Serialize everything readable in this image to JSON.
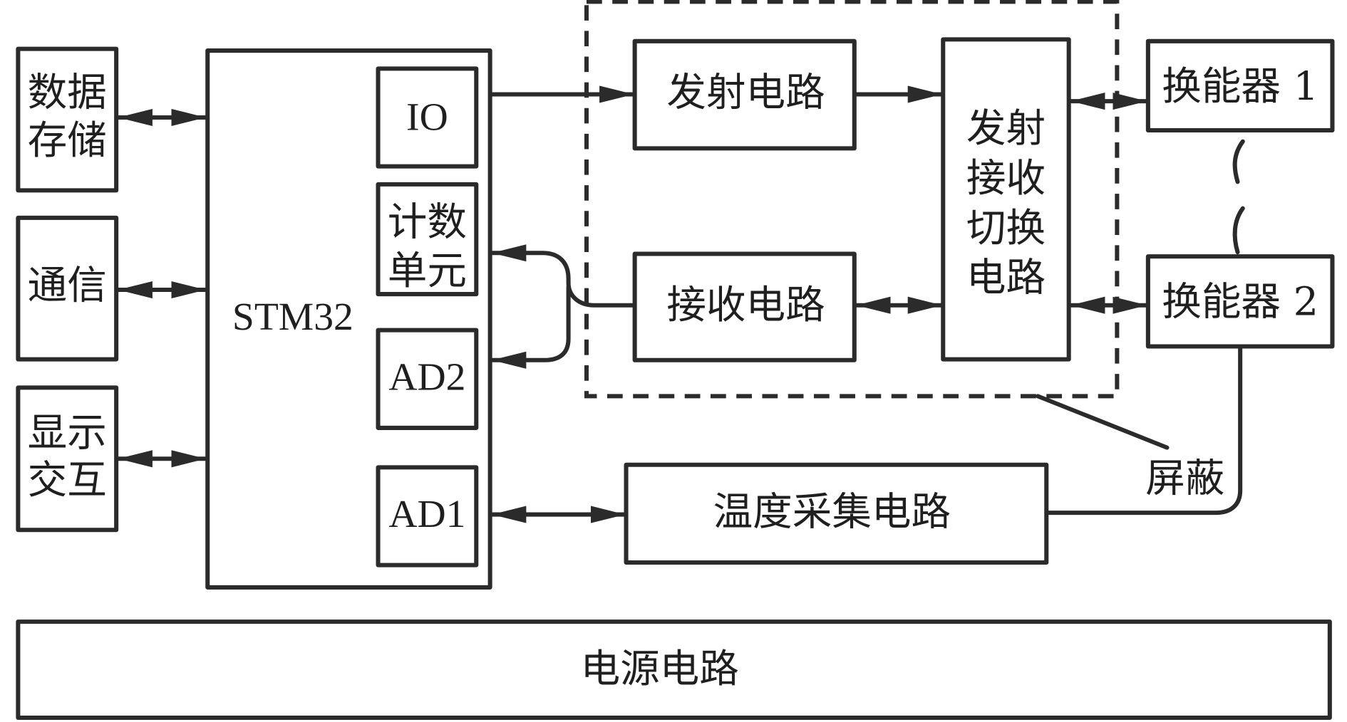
{
  "diagram": {
    "title": "",
    "blocks": {
      "data_storage": [
        "数据",
        "存储"
      ],
      "communication": [
        "通信"
      ],
      "display_interaction": [
        "显示",
        "交互"
      ],
      "mcu": "STM32",
      "io": "IO",
      "counter_unit": [
        "计数",
        "单元"
      ],
      "ad2": "AD2",
      "ad1": "AD1",
      "transmit_circuit": "发射电路",
      "receive_circuit": "接收电路",
      "tx_rx_switch": [
        "发射",
        "接收",
        "切换",
        "电路"
      ],
      "transducer_1": "换能器 1",
      "transducer_2": "换能器 2",
      "temperature_circuit": "温度采集电路",
      "power_circuit": "电源电路",
      "shield_label": "屏蔽"
    },
    "connections": [
      {
        "from": "data_storage",
        "to": "mcu",
        "type": "bidirectional"
      },
      {
        "from": "communication",
        "to": "mcu",
        "type": "bidirectional"
      },
      {
        "from": "display_interaction",
        "to": "mcu",
        "type": "bidirectional"
      },
      {
        "from": "io",
        "to": "transmit_circuit",
        "type": "directed"
      },
      {
        "from": "transmit_circuit",
        "to": "tx_rx_switch",
        "type": "directed"
      },
      {
        "from": "tx_rx_switch",
        "to": "transducer_1",
        "type": "bidirectional"
      },
      {
        "from": "tx_rx_switch",
        "to": "transducer_2",
        "type": "bidirectional"
      },
      {
        "from": "receive_circuit",
        "to": "tx_rx_switch",
        "type": "bidirectional"
      },
      {
        "from": "receive_circuit",
        "to": "counter_unit",
        "type": "directed"
      },
      {
        "from": "receive_circuit",
        "to": "ad2",
        "type": "directed"
      },
      {
        "from": "ad1",
        "to": "temperature_circuit",
        "type": "bidirectional"
      },
      {
        "from": "transducer_2",
        "to": "temperature_circuit",
        "type": "line"
      },
      {
        "from": "transducer_1",
        "to": "transducer_2",
        "type": "wavy-link"
      }
    ]
  }
}
